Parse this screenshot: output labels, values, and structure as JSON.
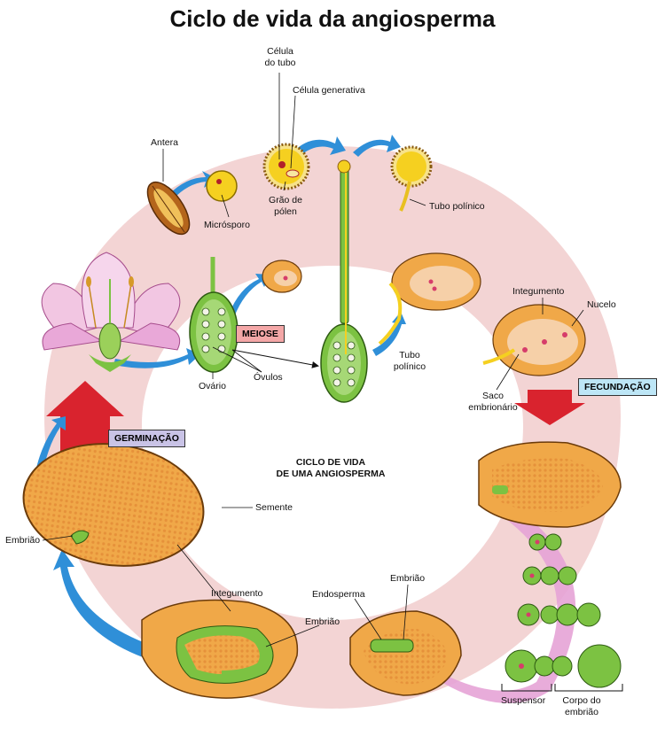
{
  "title": "Ciclo de vida da angiosperma",
  "center_title_line1": "CICLO DE VIDA",
  "center_title_line2": "DE UMA ANGIOSPERMA",
  "badges": {
    "meiose": "MEIOSE",
    "fecundacao": "FECUNDAÇÃO",
    "germinacao": "GERMINAÇÃO"
  },
  "labels": {
    "antera": "Antera",
    "microsporo": "Micrósporo",
    "celula_tubo_1": "Célula",
    "celula_tubo_2": "do tubo",
    "celula_generativa": "Célula generativa",
    "grao_polen_1": "Grão de",
    "grao_polen_2": "pólen",
    "tubo_polinico_top": "Tubo polínico",
    "ovario": "Ovário",
    "ovulos": "Óvulos",
    "tubo_polinico_mid_1": "Tubo",
    "tubo_polinico_mid_2": "polínico",
    "integumento_top": "Integumento",
    "nucelo": "Nucelo",
    "saco_1": "Saco",
    "saco_2": "embrionário",
    "semente": "Semente",
    "embriao_left": "Embrião",
    "integumento_bottom": "Integumento",
    "embriao_bottom": "Embrião",
    "endosperma": "Endosperma",
    "embriao_mid": "Embrião",
    "suspensor": "Suspensor",
    "corpo_1": "Corpo do",
    "corpo_2": "embrião"
  },
  "colors": {
    "ring": "#efc6c6",
    "arrow_blue": "#2f8fd8",
    "arrow_red": "#d9232e",
    "seed_orange": "#f0a040",
    "green": "#7cc242",
    "pollen_yellow": "#f5d020",
    "meiose_bg": "#f4a7a7",
    "fecundacao_bg": "#bde6f6",
    "germinacao_bg": "#c9c3e6",
    "pink": "#e9a8d8"
  }
}
